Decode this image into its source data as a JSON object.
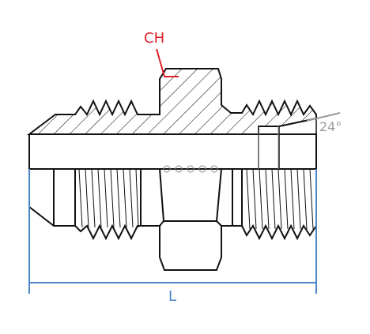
{
  "labels": {
    "hex": "CH",
    "angle": "24°",
    "length": "L"
  },
  "colors": {
    "outline": "#111111",
    "hex_callout": "#e0202a",
    "dimension": "#4a86c8",
    "angle_line": "#9a9a9a",
    "background": "#ffffff"
  }
}
